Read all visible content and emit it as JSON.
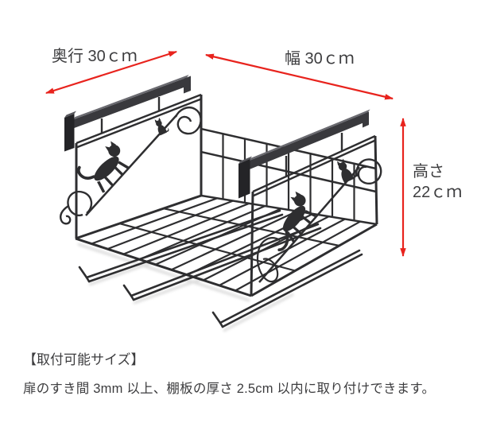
{
  "labels": {
    "depth": "奥行 30ｃｍ",
    "width": "幅 30ｃｍ",
    "height": "高さ\n22ｃｍ"
  },
  "footer": {
    "title": "【取付可能サイズ】",
    "body": "扉のすき間 3mm 以上、棚板の厚さ 2.5cm 以内に取り付けできます。"
  },
  "dimensions": {
    "depth_cm": 30,
    "width_cm": 30,
    "height_cm": 22
  },
  "colors": {
    "arrow": "#e8231d",
    "wire": "#2e2e30",
    "text": "#3d3d3f",
    "background": "#ffffff"
  }
}
